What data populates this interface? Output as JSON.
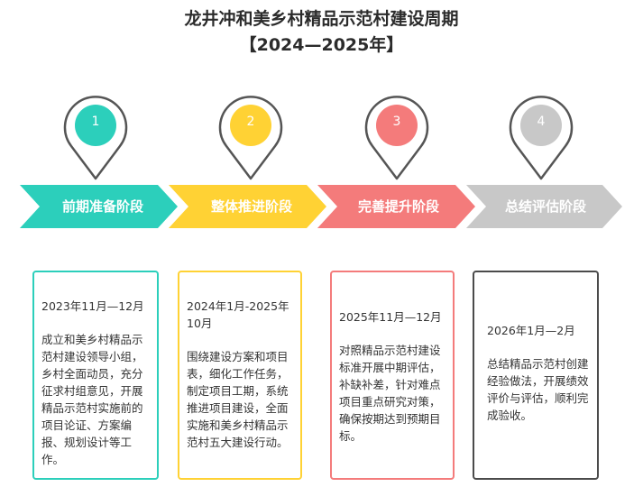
{
  "title": {
    "line1": "龙井冲和美乡村精品示范村建设周期",
    "line2": "【2024—2025年】"
  },
  "colors": {
    "teal": "#2ccfbb",
    "yellow": "#ffd234",
    "salmon": "#f47b7b",
    "gray": "#c8c8c8",
    "pin_outline": "#555555"
  },
  "stages": [
    {
      "number": "1",
      "name": "前期准备阶段",
      "date": "2023年11月—12月",
      "desc": "成立和美乡村精品示范村建设领导小组，乡村全面动员，充分征求村组意见，开展精品示范村实施前的项目论证、方案编报、规划设计等工作。"
    },
    {
      "number": "2",
      "name": "整体推进阶段",
      "date": "2024年1月-2025年10月",
      "desc": "围绕建设方案和项目表，细化工作任务，制定项目工期，系统推进项目建设，全面实施和美乡村精品示范村五大建设行动。"
    },
    {
      "number": "3",
      "name": "完善提升阶段",
      "date": "2025年11月—12月",
      "desc": "对照精品示范村建设标准开展中期评估，补缺补差，针对难点项目重点研究对策，确保按期达到预期目标。"
    },
    {
      "number": "4",
      "name": "总结评估阶段",
      "date": "2026年1月—2月",
      "desc": "总结精品示范村创建经验做法，开展绩效评价与评估，顺利完成验收。"
    }
  ]
}
